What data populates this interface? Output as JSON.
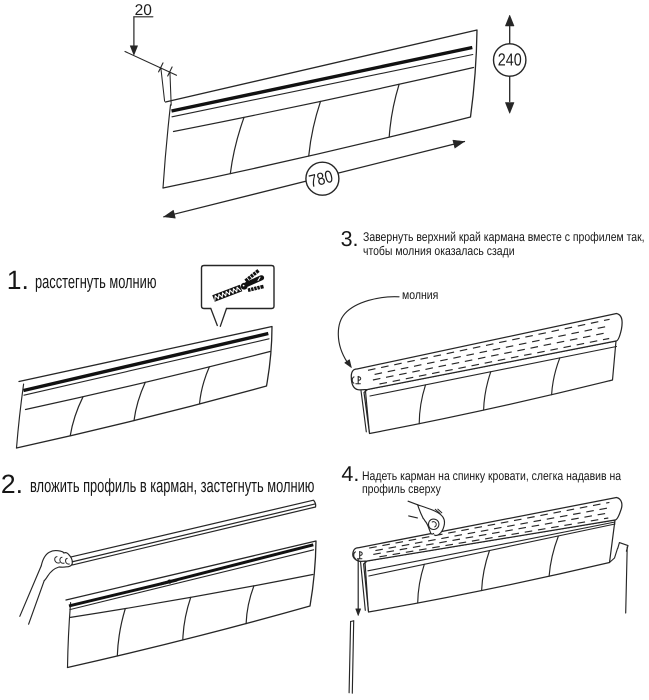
{
  "document": {
    "type": "assembly-instructions",
    "language": "ru",
    "background": "#ffffff",
    "ink": "#262626"
  },
  "dimension_diagram": {
    "fold_depth_mm": "20",
    "height_mm": "240",
    "width_mm": "780"
  },
  "annotations": {
    "zipper_label": "молния"
  },
  "steps": [
    {
      "number": "1.",
      "lines": [
        "расстегнуть молнию"
      ]
    },
    {
      "number": "2.",
      "lines": [
        "вложить профиль в карман, застегнуть молнию"
      ]
    },
    {
      "number": "3.",
      "lines": [
        "Завернуть верхний край кармана вместе с профилем так,",
        "чтобы молния оказалась сзади"
      ]
    },
    {
      "number": "4.",
      "lines": [
        "Надеть карман на спинку кровати, слегка надавив на",
        "профиль сверху"
      ]
    }
  ]
}
